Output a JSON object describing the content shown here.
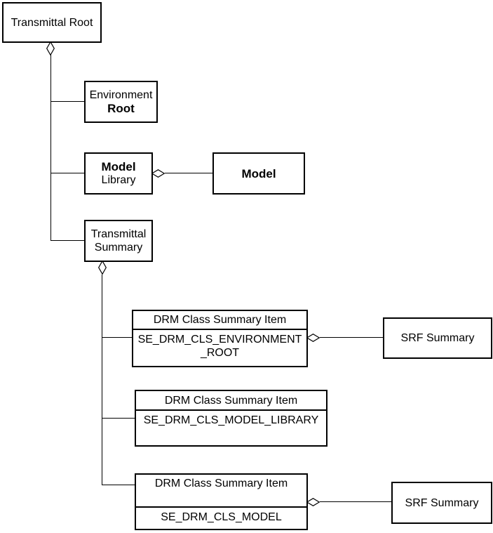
{
  "nodes": {
    "transmittal_root": {
      "label": "Transmittal Root"
    },
    "environment_root": {
      "line1": "Environment",
      "line2": "Root"
    },
    "model_library": {
      "line1": "Model",
      "line2": "Library"
    },
    "model": {
      "label": "Model"
    },
    "transmittal_summary": {
      "line1": "Transmittal",
      "line2": "Summary"
    },
    "drm_environment": {
      "header": "DRM Class Summary Item",
      "value_line1": "SE_DRM_CLS_ENVIRONMENT",
      "value_line2": "_ROOT"
    },
    "srf_environment": {
      "label": "SRF Summary"
    },
    "drm_model_library": {
      "header": "DRM Class Summary Item",
      "value": "SE_DRM_CLS_MODEL_LIBRARY"
    },
    "drm_model": {
      "header": "DRM Class Summary Item",
      "value": "SE_DRM_CLS_MODEL"
    },
    "srf_model": {
      "label": "SRF Summary"
    }
  },
  "icons": {
    "aggregation_diamond": "hollow-diamond"
  },
  "colors": {
    "background": "#ffffff",
    "line": "#000000",
    "text": "#000000"
  }
}
